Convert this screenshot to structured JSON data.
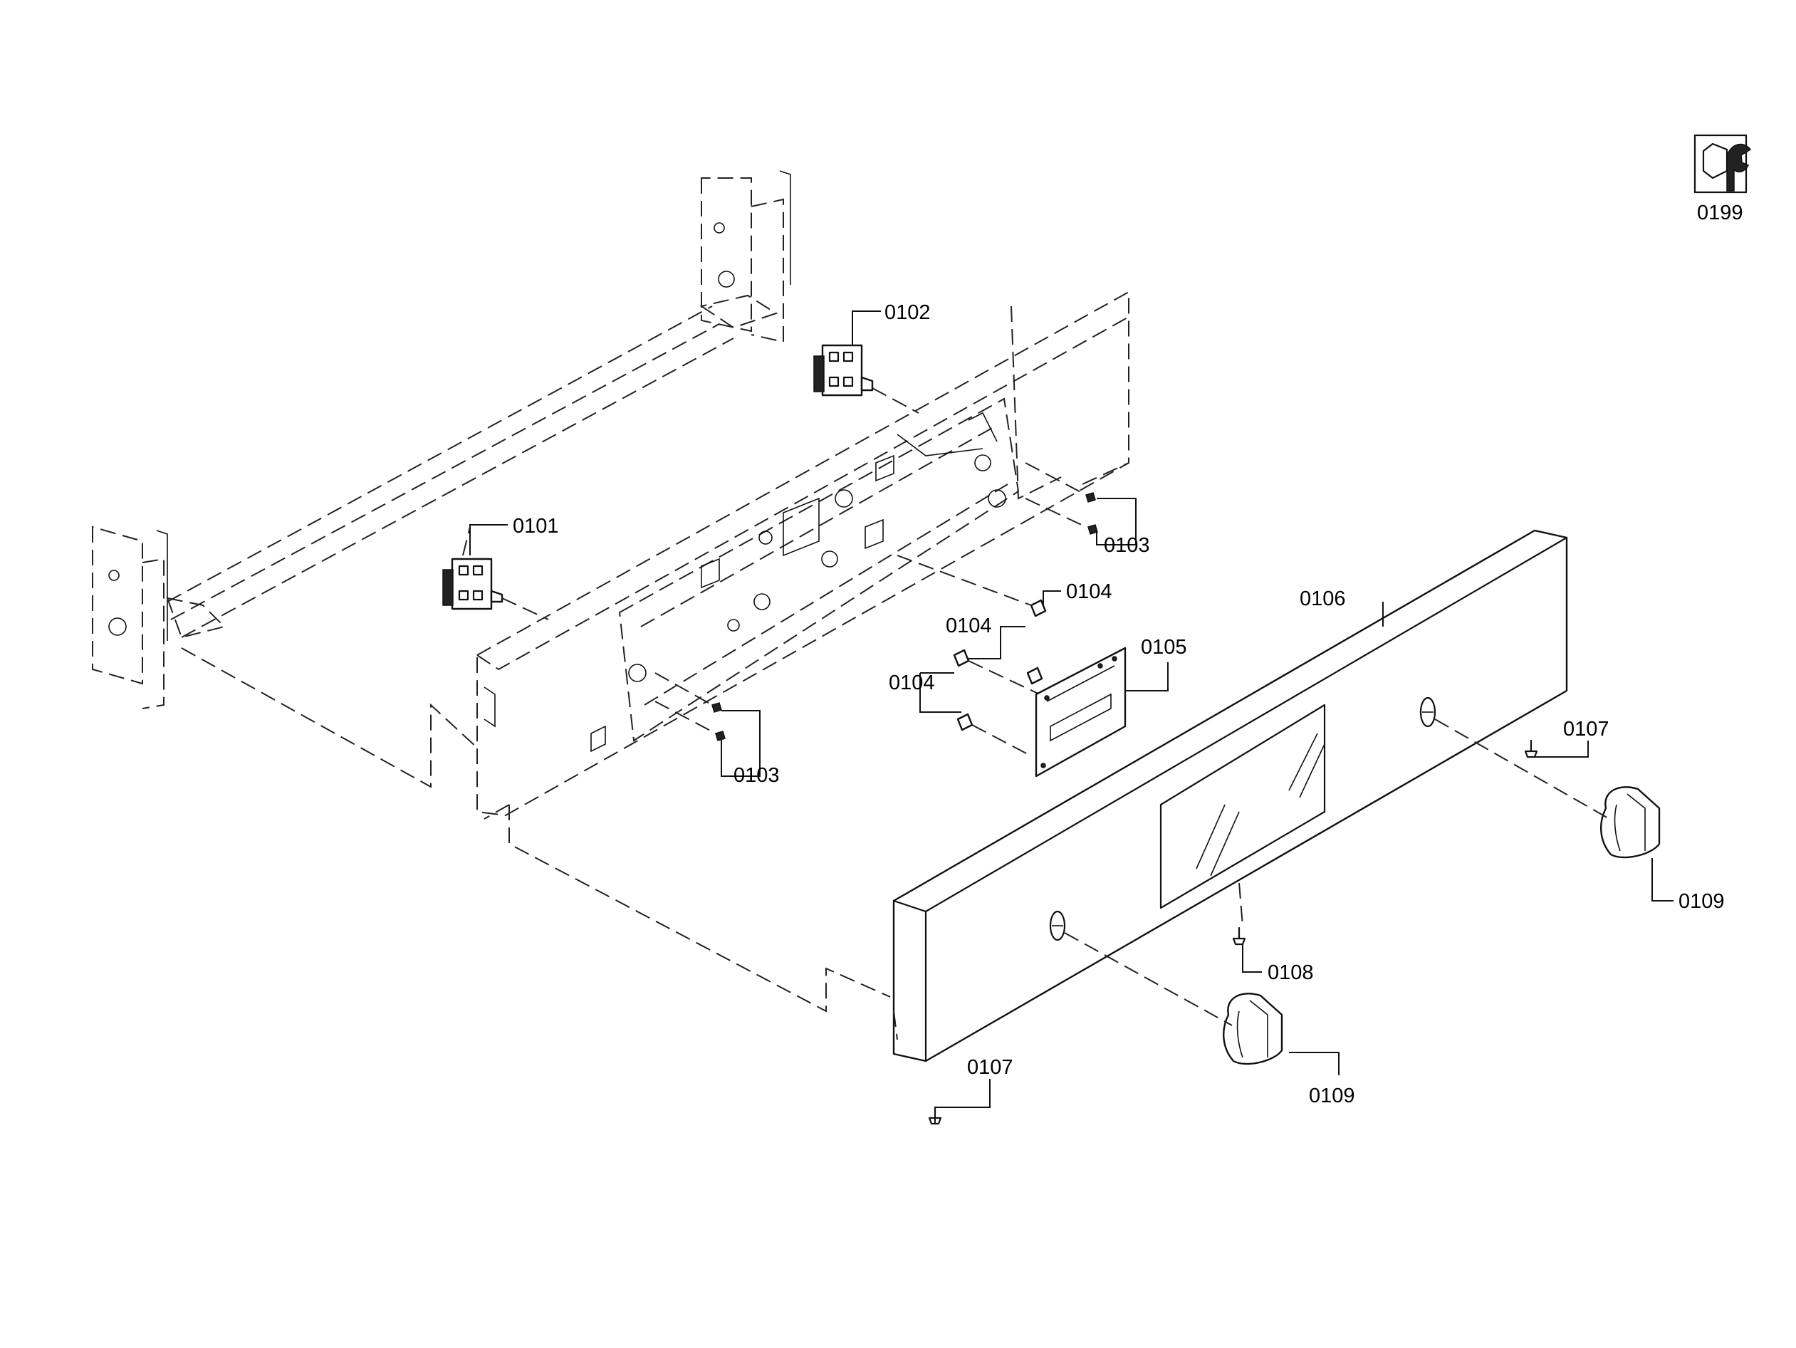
{
  "parts": {
    "p0101": "0101",
    "p0102": "0102",
    "p0103_a": "0103",
    "p0103_b": "0103",
    "p0104_a": "0104",
    "p0104_b": "0104",
    "p0104_c": "0104",
    "p0105": "0105",
    "p0106": "0106",
    "p0107_a": "0107",
    "p0107_b": "0107",
    "p0108": "0108",
    "p0109_a": "0109",
    "p0109_b": "0109",
    "p0199": "0199"
  },
  "icons": {
    "service_kit": "nut-and-wrench-icon"
  }
}
